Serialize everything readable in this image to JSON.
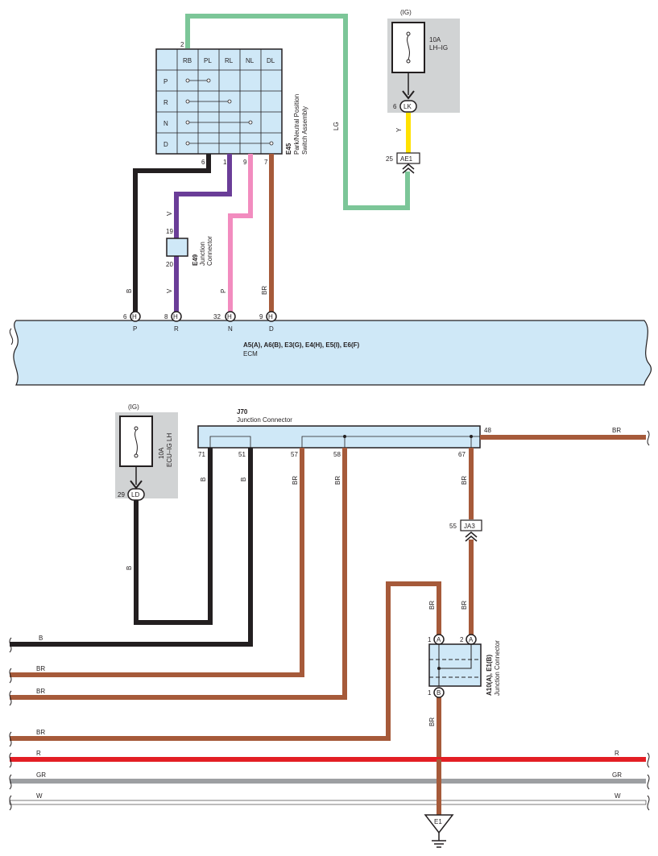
{
  "switch_e45": {
    "id": "E45",
    "name_line1": "Park/Neutral Position",
    "name_line2": "Switch Assembly",
    "columns": [
      "RB",
      "PL",
      "RL",
      "NL",
      "DL"
    ],
    "rows": [
      "P",
      "R",
      "N",
      "D"
    ],
    "pin_top": "2",
    "pins_bottom": [
      "6",
      "1",
      "9",
      "7"
    ]
  },
  "fuse_lh_ig": {
    "label": "(IG)",
    "rating": "10A",
    "name": "LH–IG",
    "pin": "6",
    "conn": "LK"
  },
  "conn_ae1": {
    "pin": "25",
    "name": "AE1"
  },
  "conn_e49": {
    "id": "E49",
    "line1": "Junction",
    "line2": "Connector",
    "pin_top": "19",
    "pin_bottom": "20"
  },
  "ecm": {
    "title": "A5(A), A6(B), E3(G), E4(H), E5(I), E6(F)",
    "name": "ECM",
    "pins": [
      {
        "num": "6",
        "conn": "H",
        "label": "P"
      },
      {
        "num": "8",
        "conn": "H",
        "label": "R"
      },
      {
        "num": "32",
        "conn": "H",
        "label": "N"
      },
      {
        "num": "9",
        "conn": "H",
        "label": "D"
      }
    ]
  },
  "fuse_ecu_ig": {
    "label": "(IG)",
    "rating": "10A",
    "name": "ECU–IG LH",
    "pin": "29",
    "conn": "LD"
  },
  "conn_j70": {
    "id": "J70",
    "name": "Junction Connector",
    "pins": [
      "71",
      "51",
      "57",
      "58",
      "67",
      "48"
    ]
  },
  "conn_ja3": {
    "pin": "55",
    "name": "JA3"
  },
  "conn_a10": {
    "id": "A10(A), E1(B)",
    "name": "Junction Connector",
    "pin1": "1",
    "pin2": "2",
    "pin3": "1",
    "conn_a": "A",
    "conn_b": "B"
  },
  "ground": {
    "name": "E1"
  },
  "wires": {
    "LG": "LG",
    "Y": "Y",
    "B": "B",
    "V": "V",
    "P": "P",
    "BR": "BR",
    "R": "R",
    "GR": "GR",
    "W": "W"
  },
  "colors": {
    "black": "#231f20",
    "green": "#7cc698",
    "yellow": "#ffe100",
    "purple": "#6a3d98",
    "pink": "#f28cbf",
    "brown": "#a65a3a",
    "red": "#e31e24",
    "gray": "#9d9fa2",
    "lightblue": "#cfe8f7",
    "fusebg": "#d1d3d4"
  }
}
